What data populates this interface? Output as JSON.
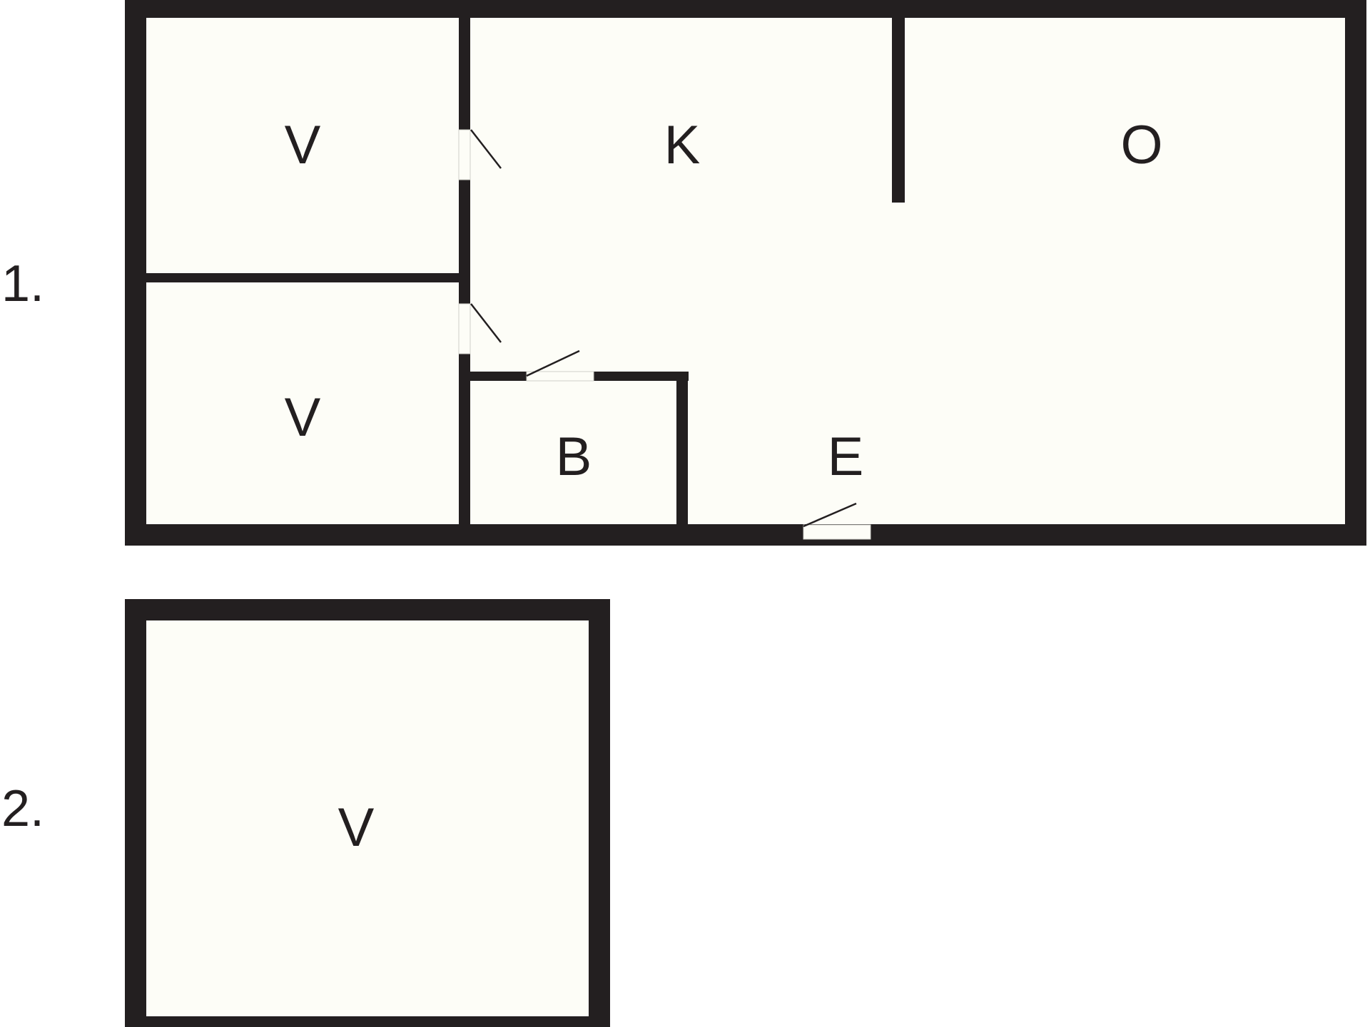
{
  "floors": [
    {
      "label": "1.",
      "rooms": [
        {
          "label": "V"
        },
        {
          "label": "V"
        },
        {
          "label": "K"
        },
        {
          "label": "O"
        },
        {
          "label": "B"
        },
        {
          "label": "E"
        }
      ]
    },
    {
      "label": "2.",
      "rooms": [
        {
          "label": "V"
        }
      ]
    }
  ],
  "colors": {
    "wall": "#231f20",
    "room_fill": "#fdfdf7",
    "background": "#ffffff",
    "door_opening": "#fdfdf7"
  }
}
